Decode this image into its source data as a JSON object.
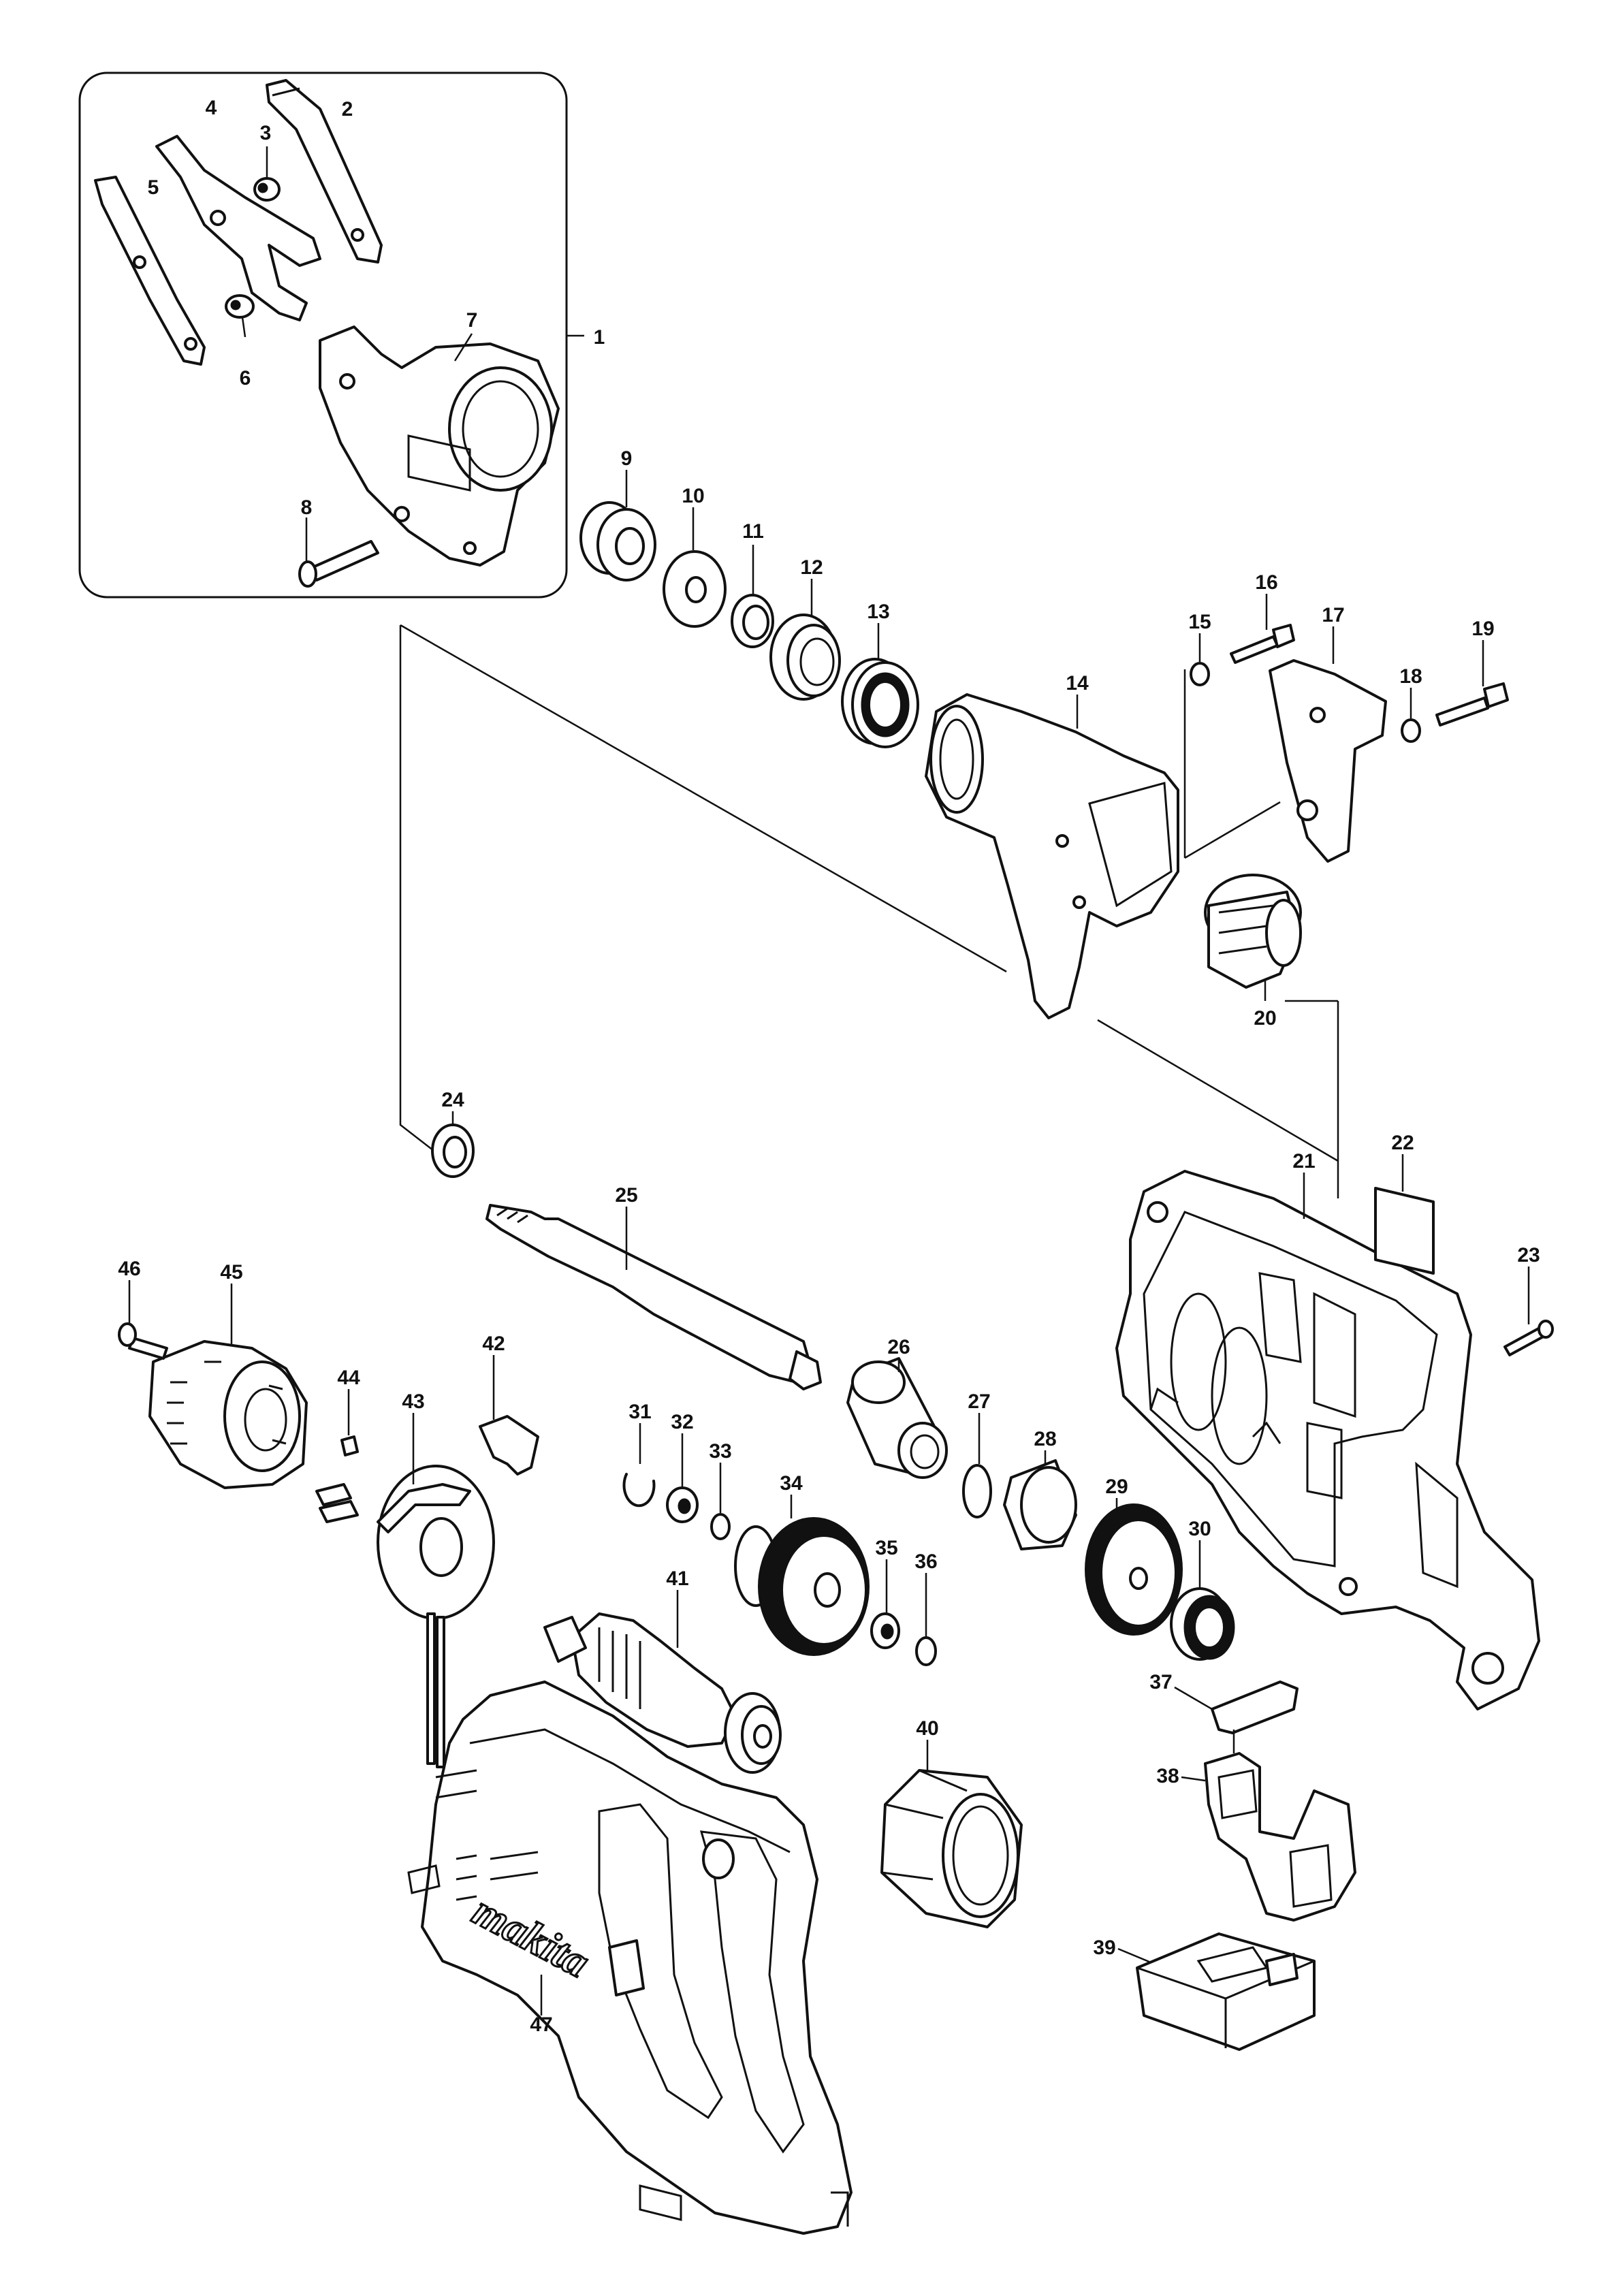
{
  "diagram": {
    "type": "exploded parts diagram",
    "brand_logo_text": "makita",
    "callouts": [
      "1",
      "2",
      "3",
      "4",
      "5",
      "6",
      "7",
      "8",
      "9",
      "10",
      "11",
      "12",
      "13",
      "14",
      "15",
      "16",
      "17",
      "18",
      "19",
      "20",
      "21",
      "22",
      "23",
      "24",
      "25",
      "26",
      "27",
      "28",
      "29",
      "30",
      "31",
      "32",
      "33",
      "34",
      "35",
      "36",
      "37",
      "38",
      "39",
      "40",
      "41",
      "42",
      "43",
      "44",
      "45",
      "46",
      "47"
    ]
  }
}
